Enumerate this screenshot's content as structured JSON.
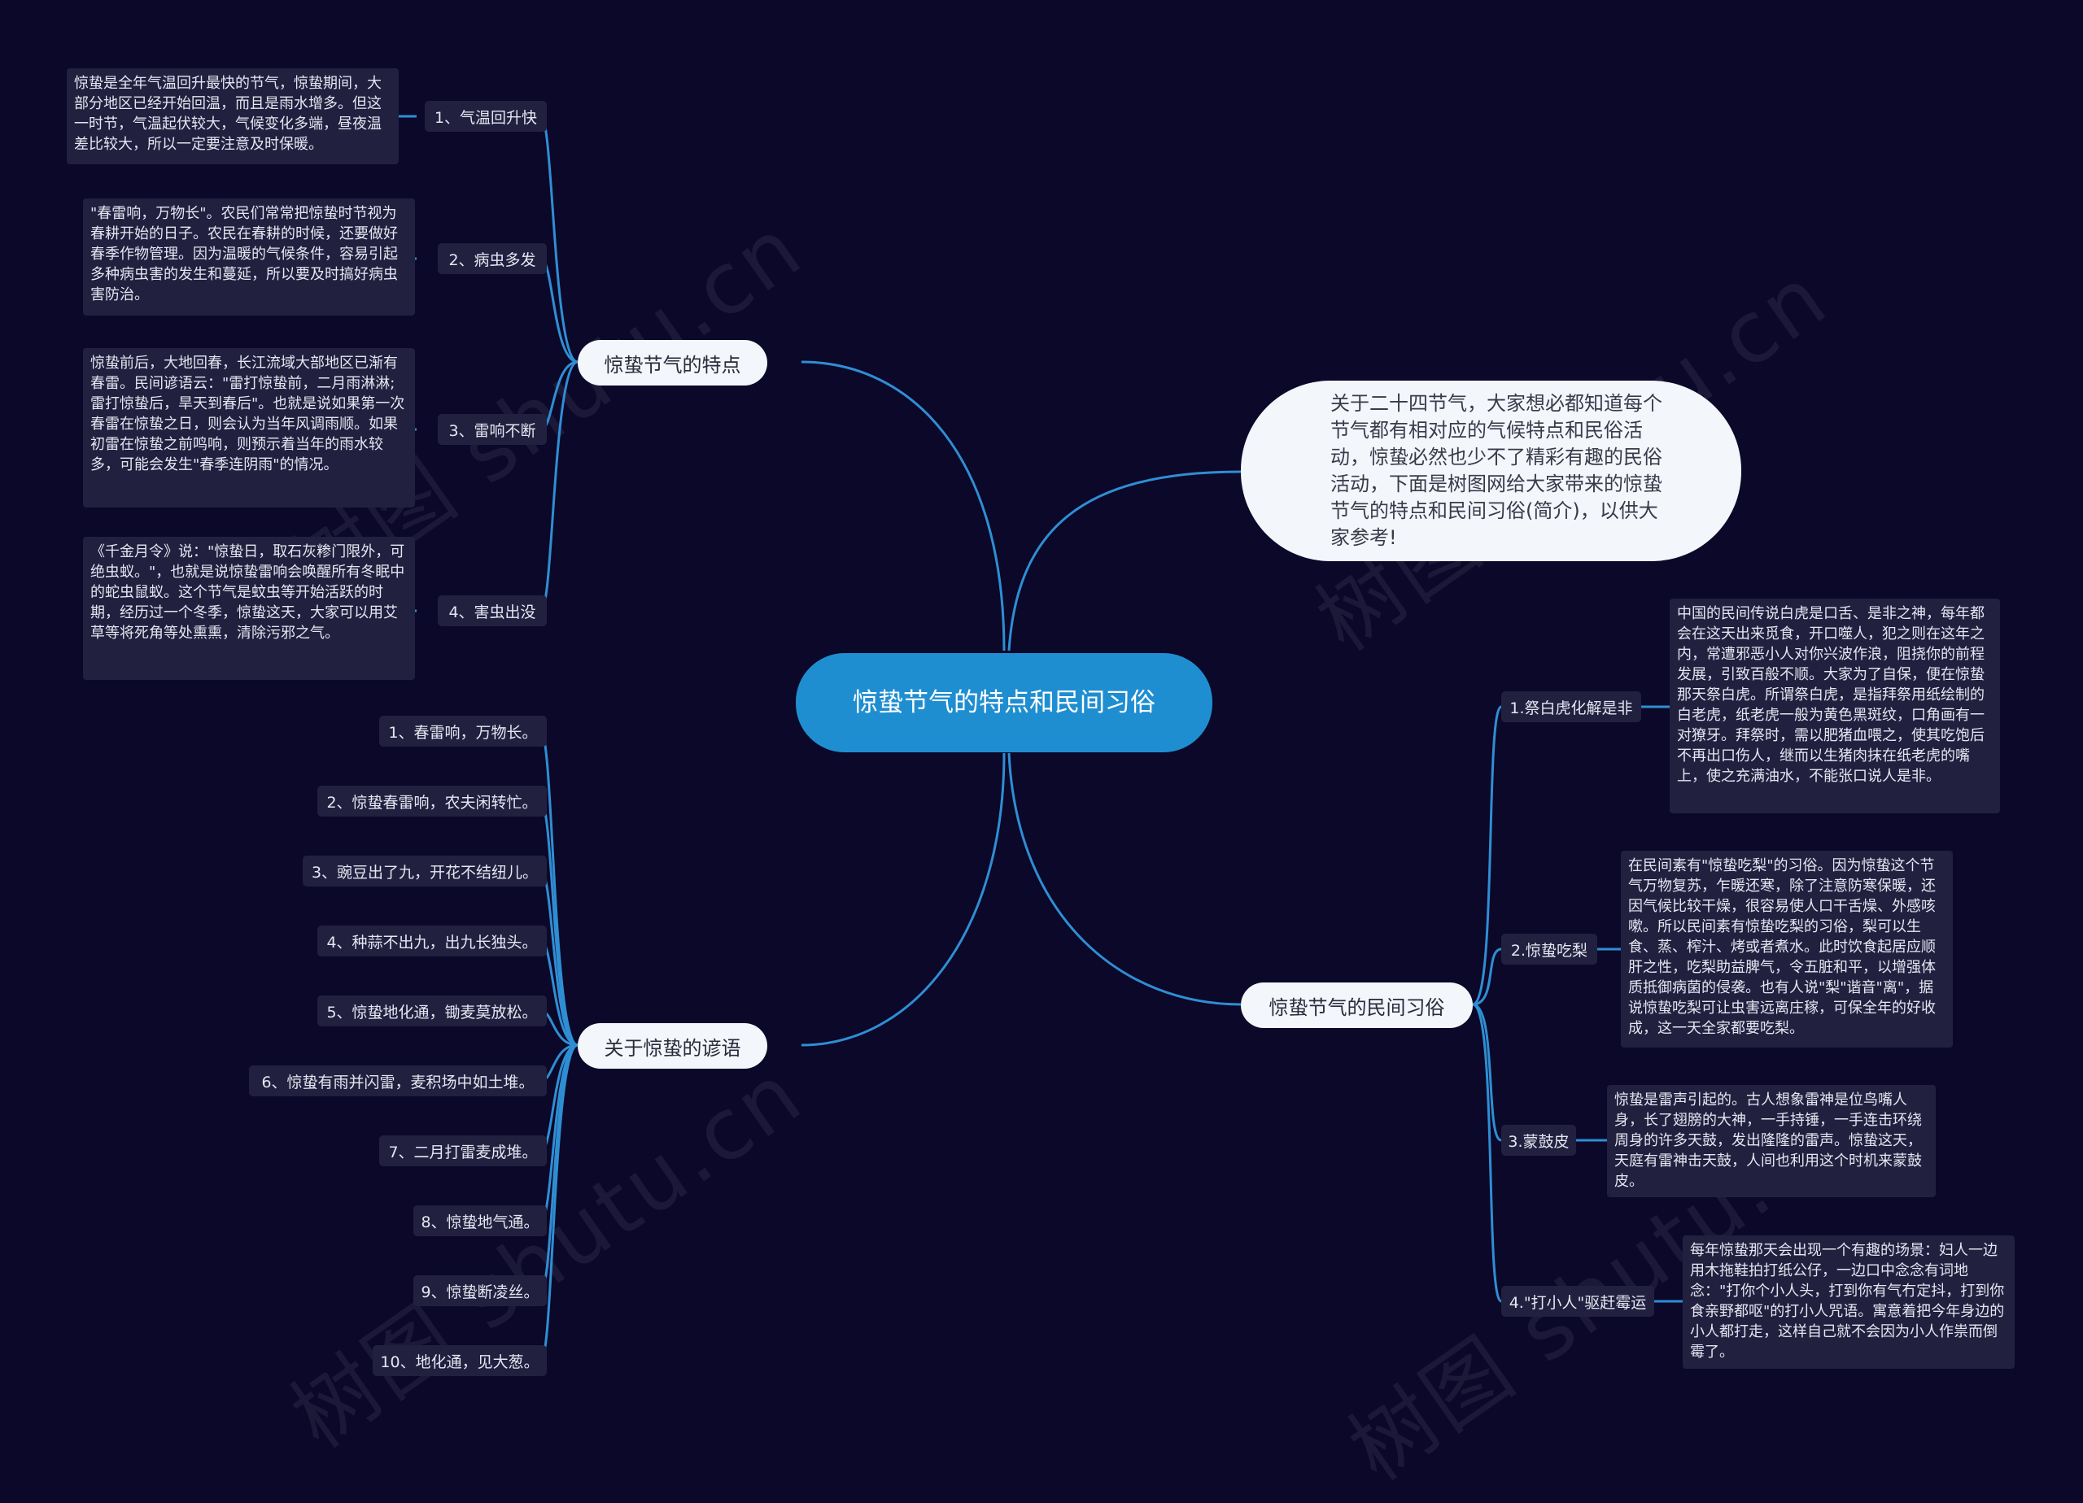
{
  "colors": {
    "background": "#0b0829",
    "root": "#1f8ed1",
    "link": "#2f8ed3"
  },
  "watermark": "树图 shutu.cn",
  "root": {
    "title": "惊蛰节气的特点和民间习俗"
  },
  "intro": {
    "text": "关于二十四节气，大家想必都知道每个节气都有相对应的气候特点和民俗活动，惊蛰必然也少不了精彩有趣的民俗活动，下面是树图网给大家带来的惊蛰节气的特点和民间习俗(简介)，以供大家参考!"
  },
  "features": {
    "label": "惊蛰节气的特点",
    "items": [
      {
        "label": "1、气温回升快",
        "detail": "惊蛰是全年气温回升最快的节气，惊蛰期间，大部分地区已经开始回温，而且是雨水增多。但这一时节，气温起伏较大，气候变化多端，昼夜温差比较大，所以一定要注意及时保暖。"
      },
      {
        "label": "2、病虫多发",
        "detail": "\"春雷响，万物长\"。农民们常常把惊蛰时节视为春耕开始的日子。农民在春耕的时候，还要做好春季作物管理。因为温暖的气候条件，容易引起多种病虫害的发生和蔓延，所以要及时搞好病虫害防治。"
      },
      {
        "label": "3、雷响不断",
        "detail": "惊蛰前后，大地回春，长江流域大部地区已渐有春雷。民间谚语云：\"雷打惊蛰前，二月雨淋淋;雷打惊蛰后，旱天到春后\"。也就是说如果第一次春雷在惊蛰之日，则会认为当年风调雨顺。如果初雷在惊蛰之前鸣响，则预示着当年的雨水较多，可能会发生\"春季连阴雨\"的情况。"
      },
      {
        "label": "4、害虫出没",
        "detail": "《千金月令》说：\"惊蛰日，取石灰糁门限外，可绝虫蚁。\"，也就是说惊蛰雷响会唤醒所有冬眠中的蛇虫鼠蚁。这个节气是蚊虫等开始活跃的时期，经历过一个冬季，惊蛰这天，大家可以用艾草等将死角等处熏熏，清除污邪之气。"
      }
    ]
  },
  "proverbs": {
    "label": "关于惊蛰的谚语",
    "items": [
      "1、春雷响，万物长。",
      "2、惊蛰春雷响，农夫闲转忙。",
      "3、豌豆出了九，开花不结纽儿。",
      "4、种蒜不出九，出九长独头。",
      "5、惊蛰地化通，锄麦莫放松。",
      "6、惊蛰有雨并闪雷，麦积场中如土堆。",
      "7、二月打雷麦成堆。",
      "8、惊蛰地气通。",
      "9、惊蛰断凌丝。",
      "10、地化通，见大葱。"
    ]
  },
  "customs": {
    "label": "惊蛰节气的民间习俗",
    "items": [
      {
        "label": "1.祭白虎化解是非",
        "detail": "中国的民间传说白虎是口舌、是非之神，每年都会在这天出来觅食，开口噬人，犯之则在这年之内，常遭邪恶小人对你兴波作浪，阻挠你的前程发展，引致百般不顺。大家为了自保，便在惊蛰那天祭白虎。所谓祭白虎，是指拜祭用纸绘制的白老虎，纸老虎一般为黄色黑斑纹，口角画有一对獠牙。拜祭时，需以肥猪血喂之，使其吃饱后不再出口伤人，继而以生猪肉抹在纸老虎的嘴上，使之充满油水，不能张口说人是非。"
      },
      {
        "label": "2.惊蛰吃梨",
        "detail": "在民间素有\"惊蛰吃梨\"的习俗。因为惊蛰这个节气万物复苏，乍暖还寒，除了注意防寒保暖，还因气候比较干燥，很容易使人口干舌燥、外感咳嗽。所以民间素有惊蛰吃梨的习俗，梨可以生食、蒸、榨汁、烤或者煮水。此时饮食起居应顺肝之性，吃梨助益脾气，令五脏和平，以增强体质抵御病菌的侵袭。也有人说\"梨\"谐音\"离\"，据说惊蛰吃梨可让虫害远离庄稼，可保全年的好收成，这一天全家都要吃梨。"
      },
      {
        "label": "3.蒙鼓皮",
        "detail": "惊蛰是雷声引起的。古人想象雷神是位鸟嘴人身，长了翅膀的大神，一手持锤，一手连击环绕周身的许多天鼓，发出隆隆的雷声。惊蛰这天，天庭有雷神击天鼓，人间也利用这个时机来蒙鼓皮。"
      },
      {
        "label": "4.\"打小人\"驱赶霉运",
        "detail": "每年惊蛰那天会出现一个有趣的场景：妇人一边用木拖鞋拍打纸公仔，一边口中念念有词地念：\"打你个小人头，打到你有气冇定抖，打到你食亲野都呕\"的打小人咒语。寓意着把今年身边的小人都打走，这样自己就不会因为小人作祟而倒霉了。"
      }
    ]
  }
}
